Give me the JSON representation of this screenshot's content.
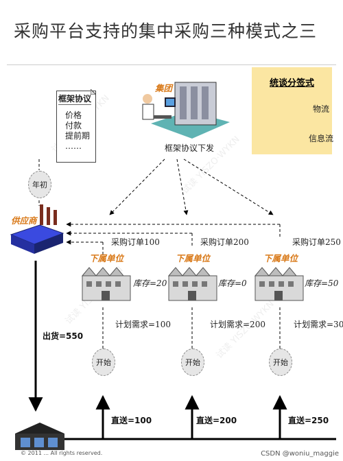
{
  "title": "采购平台支持的集中采购三种模式之三",
  "legend": {
    "title": "统谈分签式",
    "solid_label": "物流",
    "dashed_label": "信息流"
  },
  "group": {
    "label": "集团",
    "distribute_label": "框架协议下发"
  },
  "framework_doc": {
    "title": "框架协议",
    "lines": [
      "价格",
      "付款",
      "提前期",
      "……"
    ]
  },
  "year_start": "年初",
  "supplier": {
    "label": "供应商",
    "ship_label": "出货=550"
  },
  "units": [
    {
      "label": "下属单位",
      "order": "采购订单100",
      "stock": "库存=20",
      "demand": "计划需求=100",
      "start": "开始",
      "direct": "直送=100"
    },
    {
      "label": "下属单位",
      "order": "采购订单200",
      "stock": "库存=0",
      "demand": "计划需求=200",
      "start": "开始",
      "direct": "直送=200"
    },
    {
      "label": "下属单位",
      "order": "采购订单250",
      "stock": "库存=50",
      "demand": "计划需求=30",
      "start": "开始",
      "direct": "直送=250"
    }
  ],
  "footer": {
    "copyright": "© 2011 ... All rights reserved.",
    "credit": "CSDN @woniu_maggie"
  },
  "colors": {
    "orange": "#d97a1a",
    "legend_bg": "#fbe6a2"
  }
}
